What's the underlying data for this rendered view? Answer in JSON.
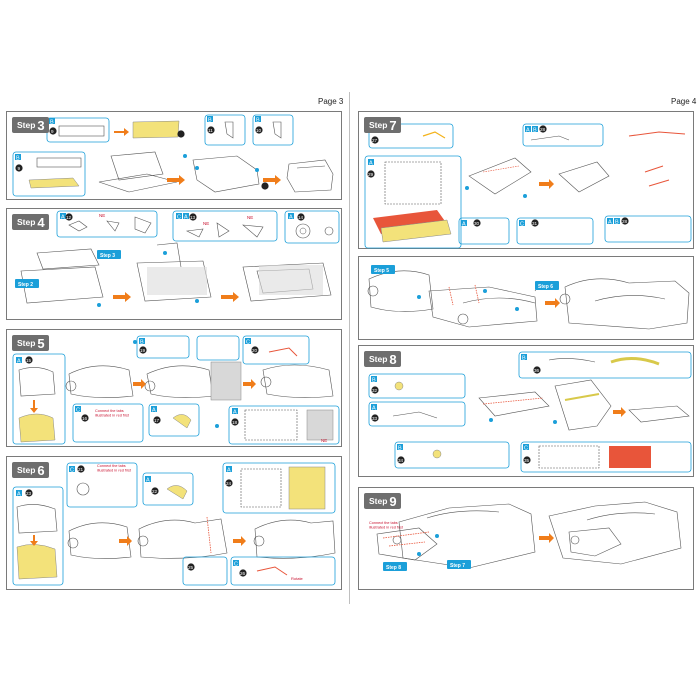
{
  "pages": {
    "left": {
      "label": "Page 3"
    },
    "right": {
      "label": "Page 4"
    }
  },
  "step_word": "Step",
  "steps": {
    "s3": {
      "number": "3"
    },
    "s4": {
      "number": "4"
    },
    "s5": {
      "number": "5"
    },
    "s6": {
      "number": "6"
    },
    "s7": {
      "number": "7"
    },
    "s8": {
      "number": "8"
    },
    "s9": {
      "number": "9"
    }
  },
  "part_letters": {
    "a": "A",
    "b": "B",
    "c": "C"
  },
  "part_numbers": {
    "p9": "9",
    "p10": "10",
    "p11": "11",
    "p12": "12",
    "p13": "13",
    "p14": "14",
    "p15": "15",
    "p16": "16",
    "p17": "17",
    "p18": "18",
    "p19": "19",
    "p20": "20",
    "p21": "21",
    "p22": "22",
    "p23": "23",
    "p24": "24",
    "p25": "25",
    "p26": "26",
    "p27": "27",
    "p28": "28",
    "p29": "29",
    "p30": "30",
    "p31": "31",
    "p32": "32",
    "p33": "33",
    "p34": "34",
    "p35": "35",
    "p36": "36"
  },
  "notes": {
    "connect_tabs_line1": "Connect the tabs",
    "connect_tabs_line2": "illustrated in red first",
    "ne": "NE",
    "rotate": "Rotate"
  },
  "reference_tags": {
    "step3": "Step 3",
    "step2": "Step 2",
    "step5": "Step 5",
    "step6": "Step 6",
    "step7": "Step 7",
    "step8": "Step 8"
  },
  "colors": {
    "frame": "#7a7a7a",
    "step_tag": "#6e6e6e",
    "callout": "#1b9fd9",
    "arrow": "#f07d1a",
    "highlight_yellow": "#f3e27a",
    "highlight_red": "#e8553a",
    "callout_fill": "#d9eefb",
    "line_art": "#555555"
  },
  "icons": {
    "arrow": "orange-right-arrow",
    "callout_dot": "blue-dot",
    "badge": "numbered-part-badge"
  }
}
